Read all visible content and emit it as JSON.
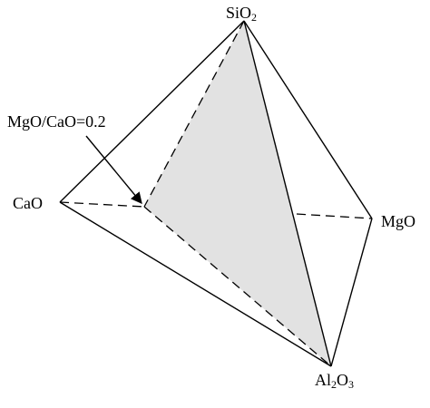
{
  "vertices": {
    "top": {
      "main": "SiO",
      "sub": "2"
    },
    "left": {
      "main": "CaO"
    },
    "right": {
      "main": "MgO"
    },
    "bottom": {
      "main1": "Al",
      "sub1": "2",
      "main2": "O",
      "sub2": "3"
    }
  },
  "annotation": {
    "text": "MgO/CaO=0.2"
  },
  "colors": {
    "plane_fill": "#e2e2e2",
    "line": "#000000",
    "background": "#ffffff"
  }
}
